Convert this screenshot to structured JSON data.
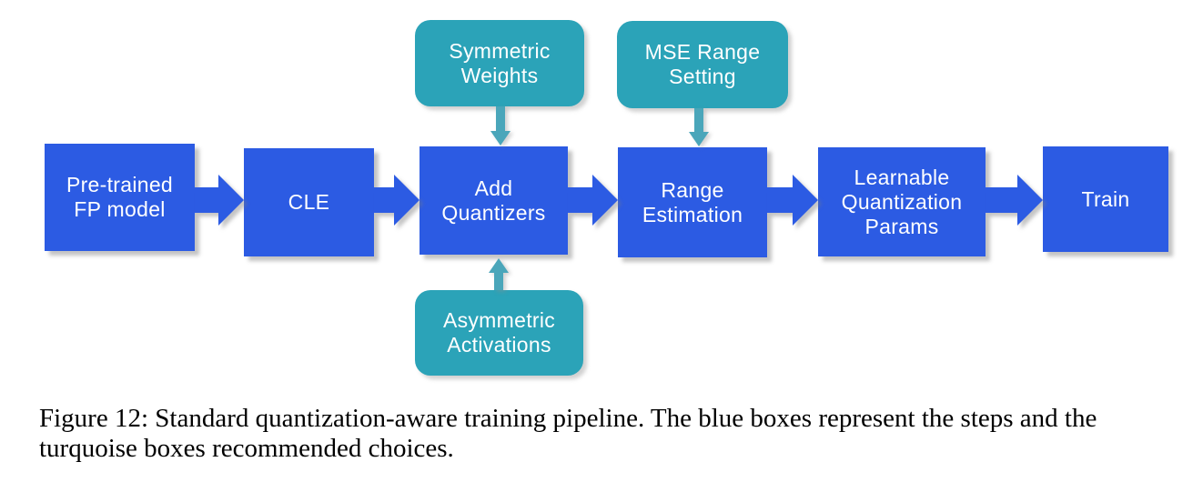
{
  "figure": {
    "type": "flowchart",
    "colors": {
      "step_box_blue": "#2c5be3",
      "recommendation_box_turquoise": "#2ba3b8",
      "recommendation_arrow_teal": "#4aa6ba",
      "box_text_white": "#ffffff",
      "caption_text_black": "#000000",
      "background_white": "#ffffff"
    },
    "steps": [
      {
        "label": "Pre-trained\nFP model"
      },
      {
        "label": "CLE"
      },
      {
        "label": "Add\nQuantizers"
      },
      {
        "label": "Range\nEstimation"
      },
      {
        "label": "Learnable\nQuantization\nParams"
      },
      {
        "label": "Train"
      }
    ],
    "recommendations": [
      {
        "label": "Symmetric\nWeights",
        "points_to": "Add Quantizers",
        "arrow_direction": "down"
      },
      {
        "label": "MSE Range\nSetting",
        "points_to": "Range Estimation",
        "arrow_direction": "down"
      },
      {
        "label": "Asymmetric\nActivations",
        "points_to": "Add Quantizers",
        "arrow_direction": "up"
      }
    ]
  },
  "caption": {
    "line1": "Figure 12: Standard quantization-aware training pipeline. The blue boxes represent the steps and the",
    "line2": "turquoise boxes recommended choices."
  }
}
